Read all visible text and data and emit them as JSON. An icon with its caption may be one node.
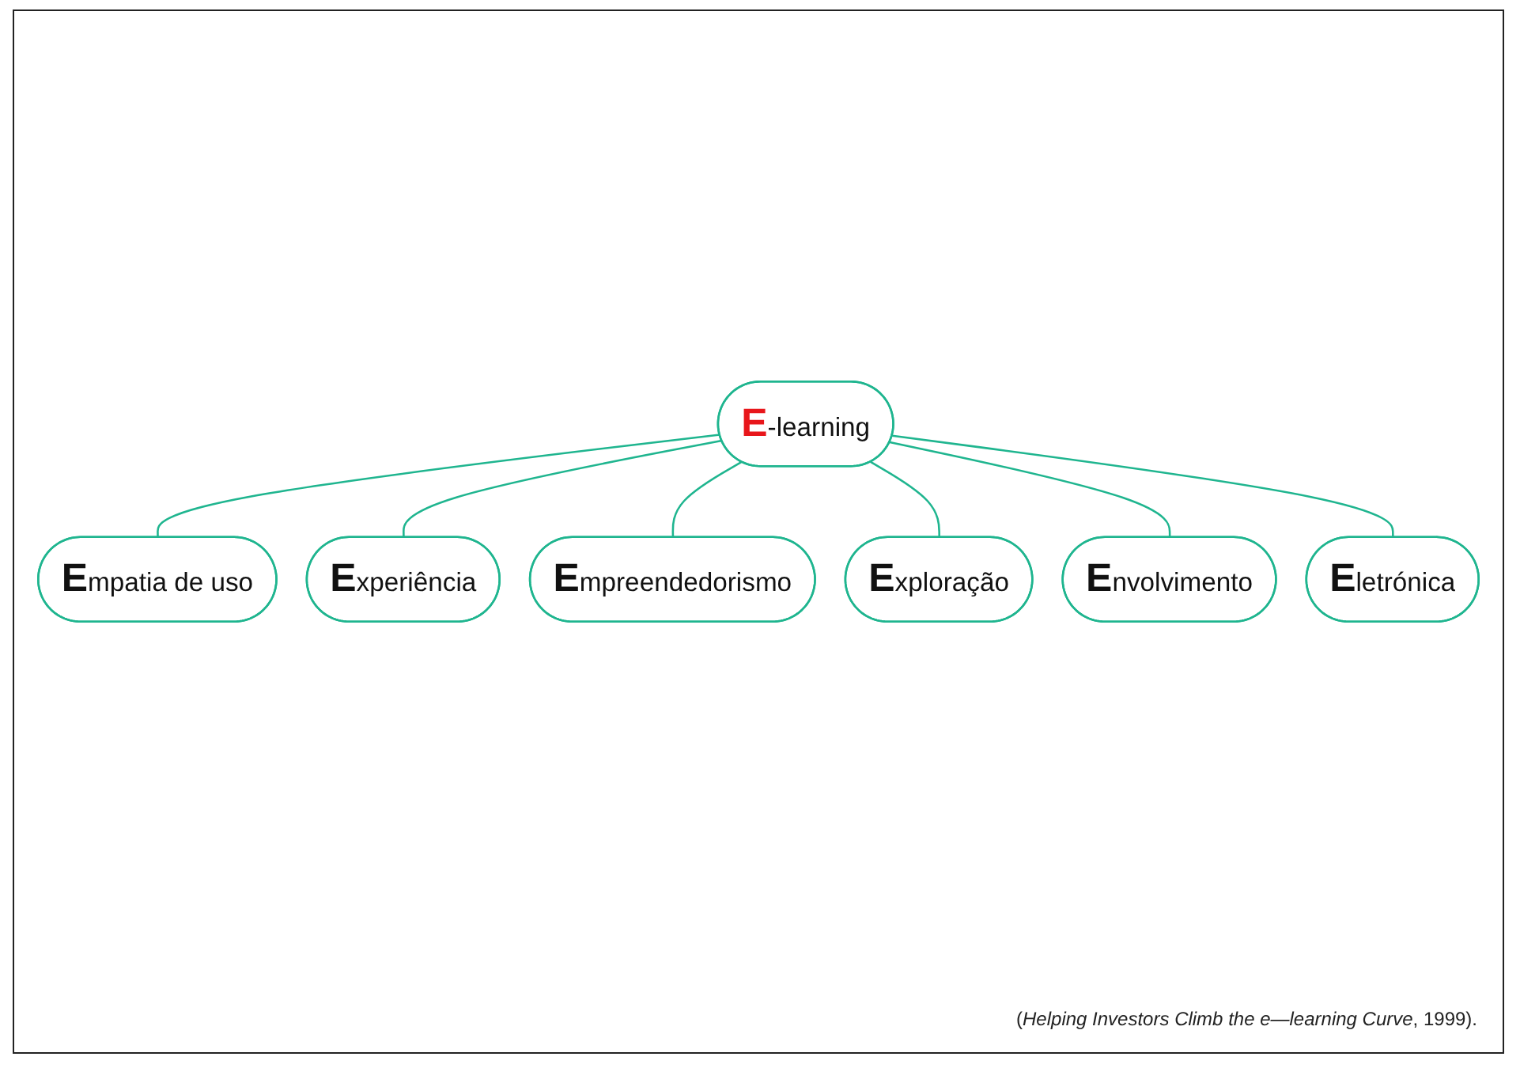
{
  "diagram": {
    "caption": "(*Helping Investors Climb the e—learning Curve*, 1999).",
    "nodes": [
      {
        "text": [
          "Empatia de uso"
        ]
      },
      {
        "text": [
          "Experiência"
        ]
      },
      {
        "text": [
          "Empreendedorismo"
        ]
      },
      {
        "text": [
          "E-learning"
        ]
      },
      {
        "text": [
          "Exploração"
        ]
      },
      {
        "text": [
          "Envolvimento"
        ]
      },
      {
        "text": [
          "Eletrónica"
        ]
      }
    ],
    "edges": [
      {
        "from": 3,
        "to": 0,
        "arrow": "none"
      },
      {
        "from": 3,
        "to": 1,
        "arrow": "none"
      },
      {
        "from": 3,
        "to": 2,
        "arrow": "none"
      },
      {
        "from": 3,
        "to": 4,
        "arrow": "none"
      },
      {
        "from": 3,
        "to": 5,
        "arrow": "none"
      },
      {
        "from": 3,
        "to": 6,
        "arrow": "none"
      }
    ]
  }
}
